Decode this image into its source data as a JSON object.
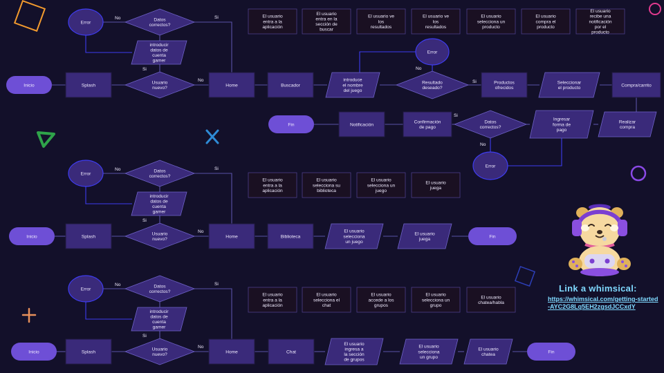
{
  "flow1": {
    "inicio": "Inicio",
    "splash": "Splash",
    "usuario_nuevo": "Usuario nuevo?",
    "introducir": "introducir datos de cuenta gamer",
    "datos_correctos": "Datos correctos?",
    "error": "Error",
    "home": "Home",
    "buscador": "Buscador",
    "introduce_nombre": "introduce el nombre del juego",
    "resultado_deseado": "Resultado deseado?",
    "error2": "Error",
    "productos_ofrecidos": "Productos ofrecidos",
    "seleccionar_producto": "Seleccionar el producto",
    "compra_carrito": "Compra/carrito",
    "realizar_compra": "Realizar compra",
    "ingresar_forma_pago": "Ingresar forma de pago",
    "datos_correctos2": "Datos correctos?",
    "error3": "Error",
    "confirmacion_pago": "Confirmación de pago",
    "notificacion": "Notificación",
    "fin": "Fin",
    "steps": [
      "El usuario entra a la aplicación",
      "El usuario entra en la sección de buscar",
      "El usuario ve los resultados",
      "El usuario ve los resultados",
      "El usuario selecciona un producto",
      "El usuario compra el producto",
      "El usuario recibe una notificación por el producto"
    ]
  },
  "flow2": {
    "inicio": "Inicio",
    "splash": "Splash",
    "usuario_nuevo": "Usuario nuevo?",
    "introducir": "introducir datos de cuenta gamer",
    "datos_correctos": "Datos correctos?",
    "error": "Error",
    "home": "Home",
    "biblioteca": "Biblioteca",
    "selecciona_juego": "El usuario selecciona un juego",
    "juega": "El usuario juega",
    "fin": "Fin",
    "steps": [
      "El usuario entra a la aplicación",
      "El usuario selecciona su biblioteca",
      "El usuario selecciona un juego",
      "El usuario juega"
    ]
  },
  "flow3": {
    "inicio": "Inicio",
    "splash": "Splash",
    "usuario_nuevo": "Usuario nuevo?",
    "introducir": "introducir datos de cuenta gamer",
    "datos_correctos": "Datos correctos?",
    "error": "Error",
    "home": "Home",
    "chat": "Chat",
    "ingresa_grupos": "El usuario ingresa a la sección de grupos",
    "selecciona_grupo": "El usuario selecciona un grupo",
    "chatea": "El usuario chatea",
    "fin": "Fin",
    "steps": [
      "El usuario entra a la aplicación",
      "El usuario selecciona el chat",
      "El usuario accede a los grupos",
      "El usuario selecciona un grupo",
      "El usuario chatea/habla"
    ]
  },
  "labels": {
    "yes": "Si",
    "no": "No"
  },
  "link": {
    "title": "Link a  whimsical:",
    "url": "https://whimsical.com/getting-started-AYC2G8Lq5EH2zgsdJCCxdY"
  },
  "colors": {
    "background": "#13102a",
    "node_fill": "#3a2a7a",
    "terminal_fill": "#6e4fd6",
    "edge": "#5a52a8",
    "error_edge": "#3e3cf0",
    "step_fill": "#1a1022",
    "text": "#f1ecff",
    "link": "#7fd9ff"
  }
}
